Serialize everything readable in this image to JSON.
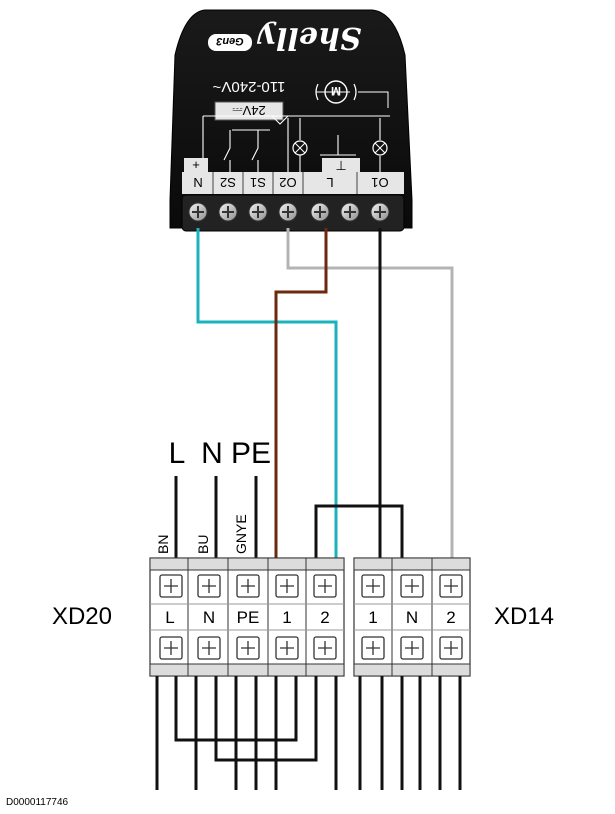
{
  "module": {
    "brand": "Shelly",
    "generation": "Gen3",
    "supply_ac": "110-240V~",
    "supply_dc": "24V⎓",
    "motor_symbol": "M",
    "plus_label": "+",
    "ground_label": "⊥",
    "terminals": [
      "N",
      "S2",
      "S1",
      "O2",
      "L",
      "O1"
    ]
  },
  "supply_labels": {
    "line": "L",
    "neutral": "N",
    "earth": "PE"
  },
  "wire_colors": {
    "bn": "BN",
    "bu": "BU",
    "gnye": "GNYE",
    "blue": "#1ab3bd",
    "brown": "#6b2a0f",
    "black": "#111111",
    "grey": "#b4b4b4"
  },
  "blocks": [
    {
      "id": "XD20",
      "label": "XD20",
      "terminals": [
        "L",
        "N",
        "PE",
        "1",
        "2"
      ]
    },
    {
      "id": "XD14",
      "label": "XD14",
      "terminals": [
        "1",
        "N",
        "2"
      ]
    }
  ],
  "footer": {
    "document_id": "D0000117746"
  }
}
